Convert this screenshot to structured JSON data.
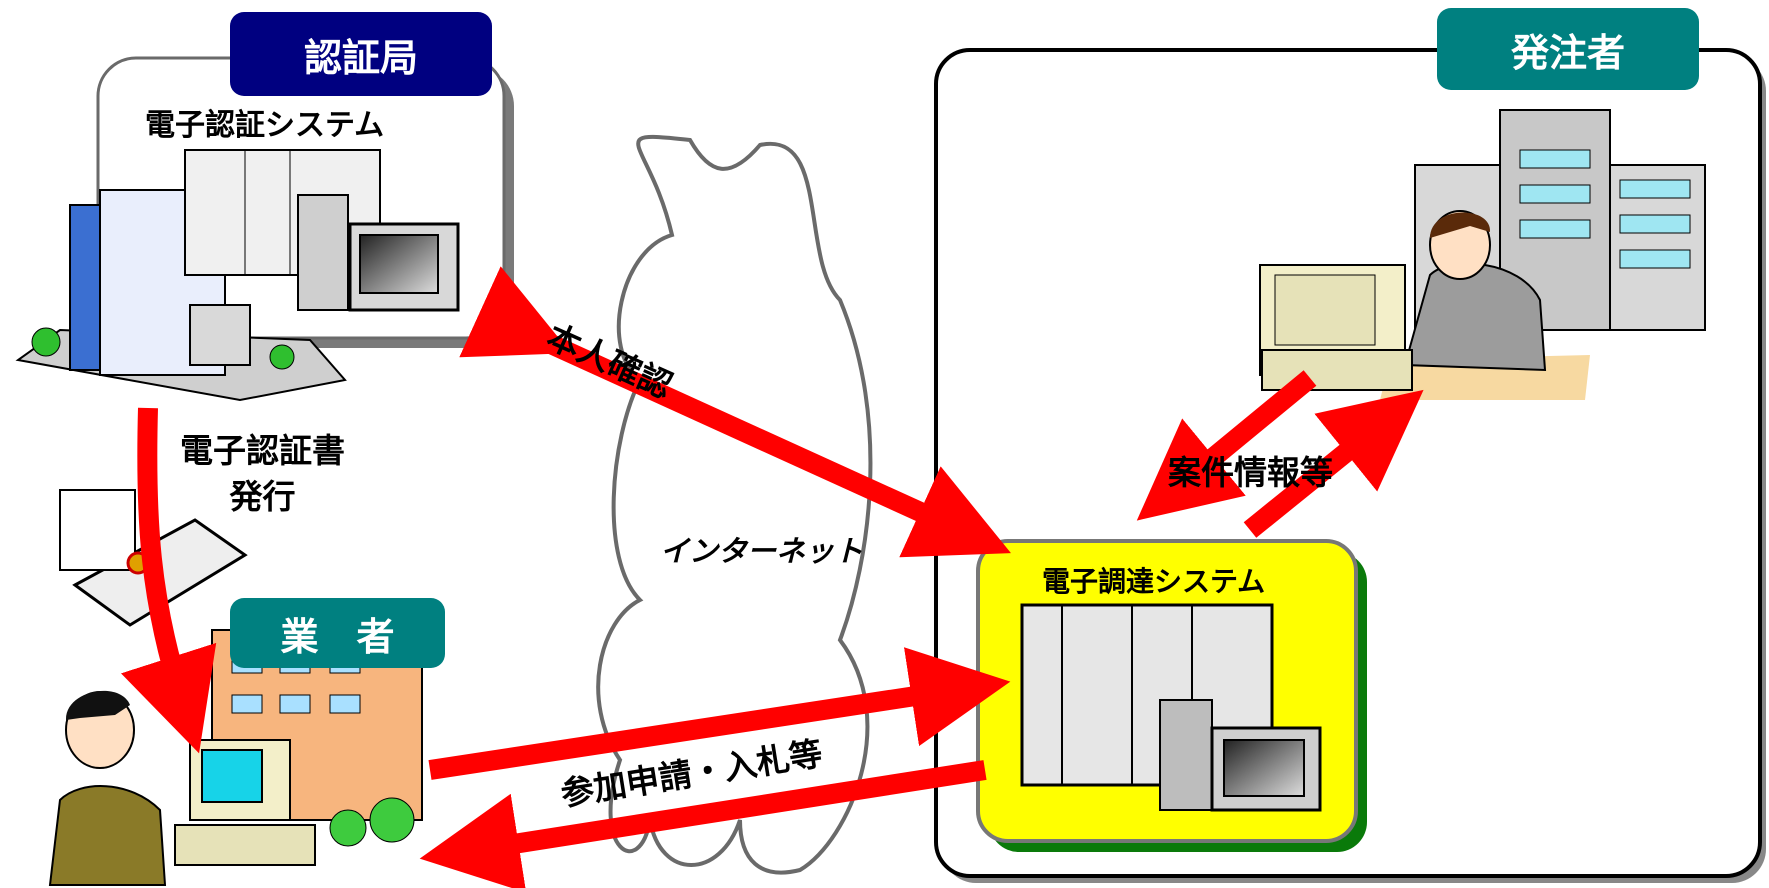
{
  "tabs": {
    "cert_authority": "認証局",
    "orderer": "発注者",
    "vendor": "業　者"
  },
  "labels": {
    "e_auth_system": "電子認証システム",
    "cert_issue_line1": "電子認証書",
    "cert_issue_line2": "発行",
    "identity_check": "本人確認",
    "internet": "インターネット",
    "project_info": "案件情報等",
    "procurement_system": "電子調達システム",
    "application_bid": "参加申請・入札等"
  },
  "colors": {
    "authority_tab": "#000080",
    "teal_tab": "#008080",
    "arrow": "#ff0000",
    "procurement_box": "#ffff00",
    "procurement_shadow": "#0a7a0a"
  }
}
